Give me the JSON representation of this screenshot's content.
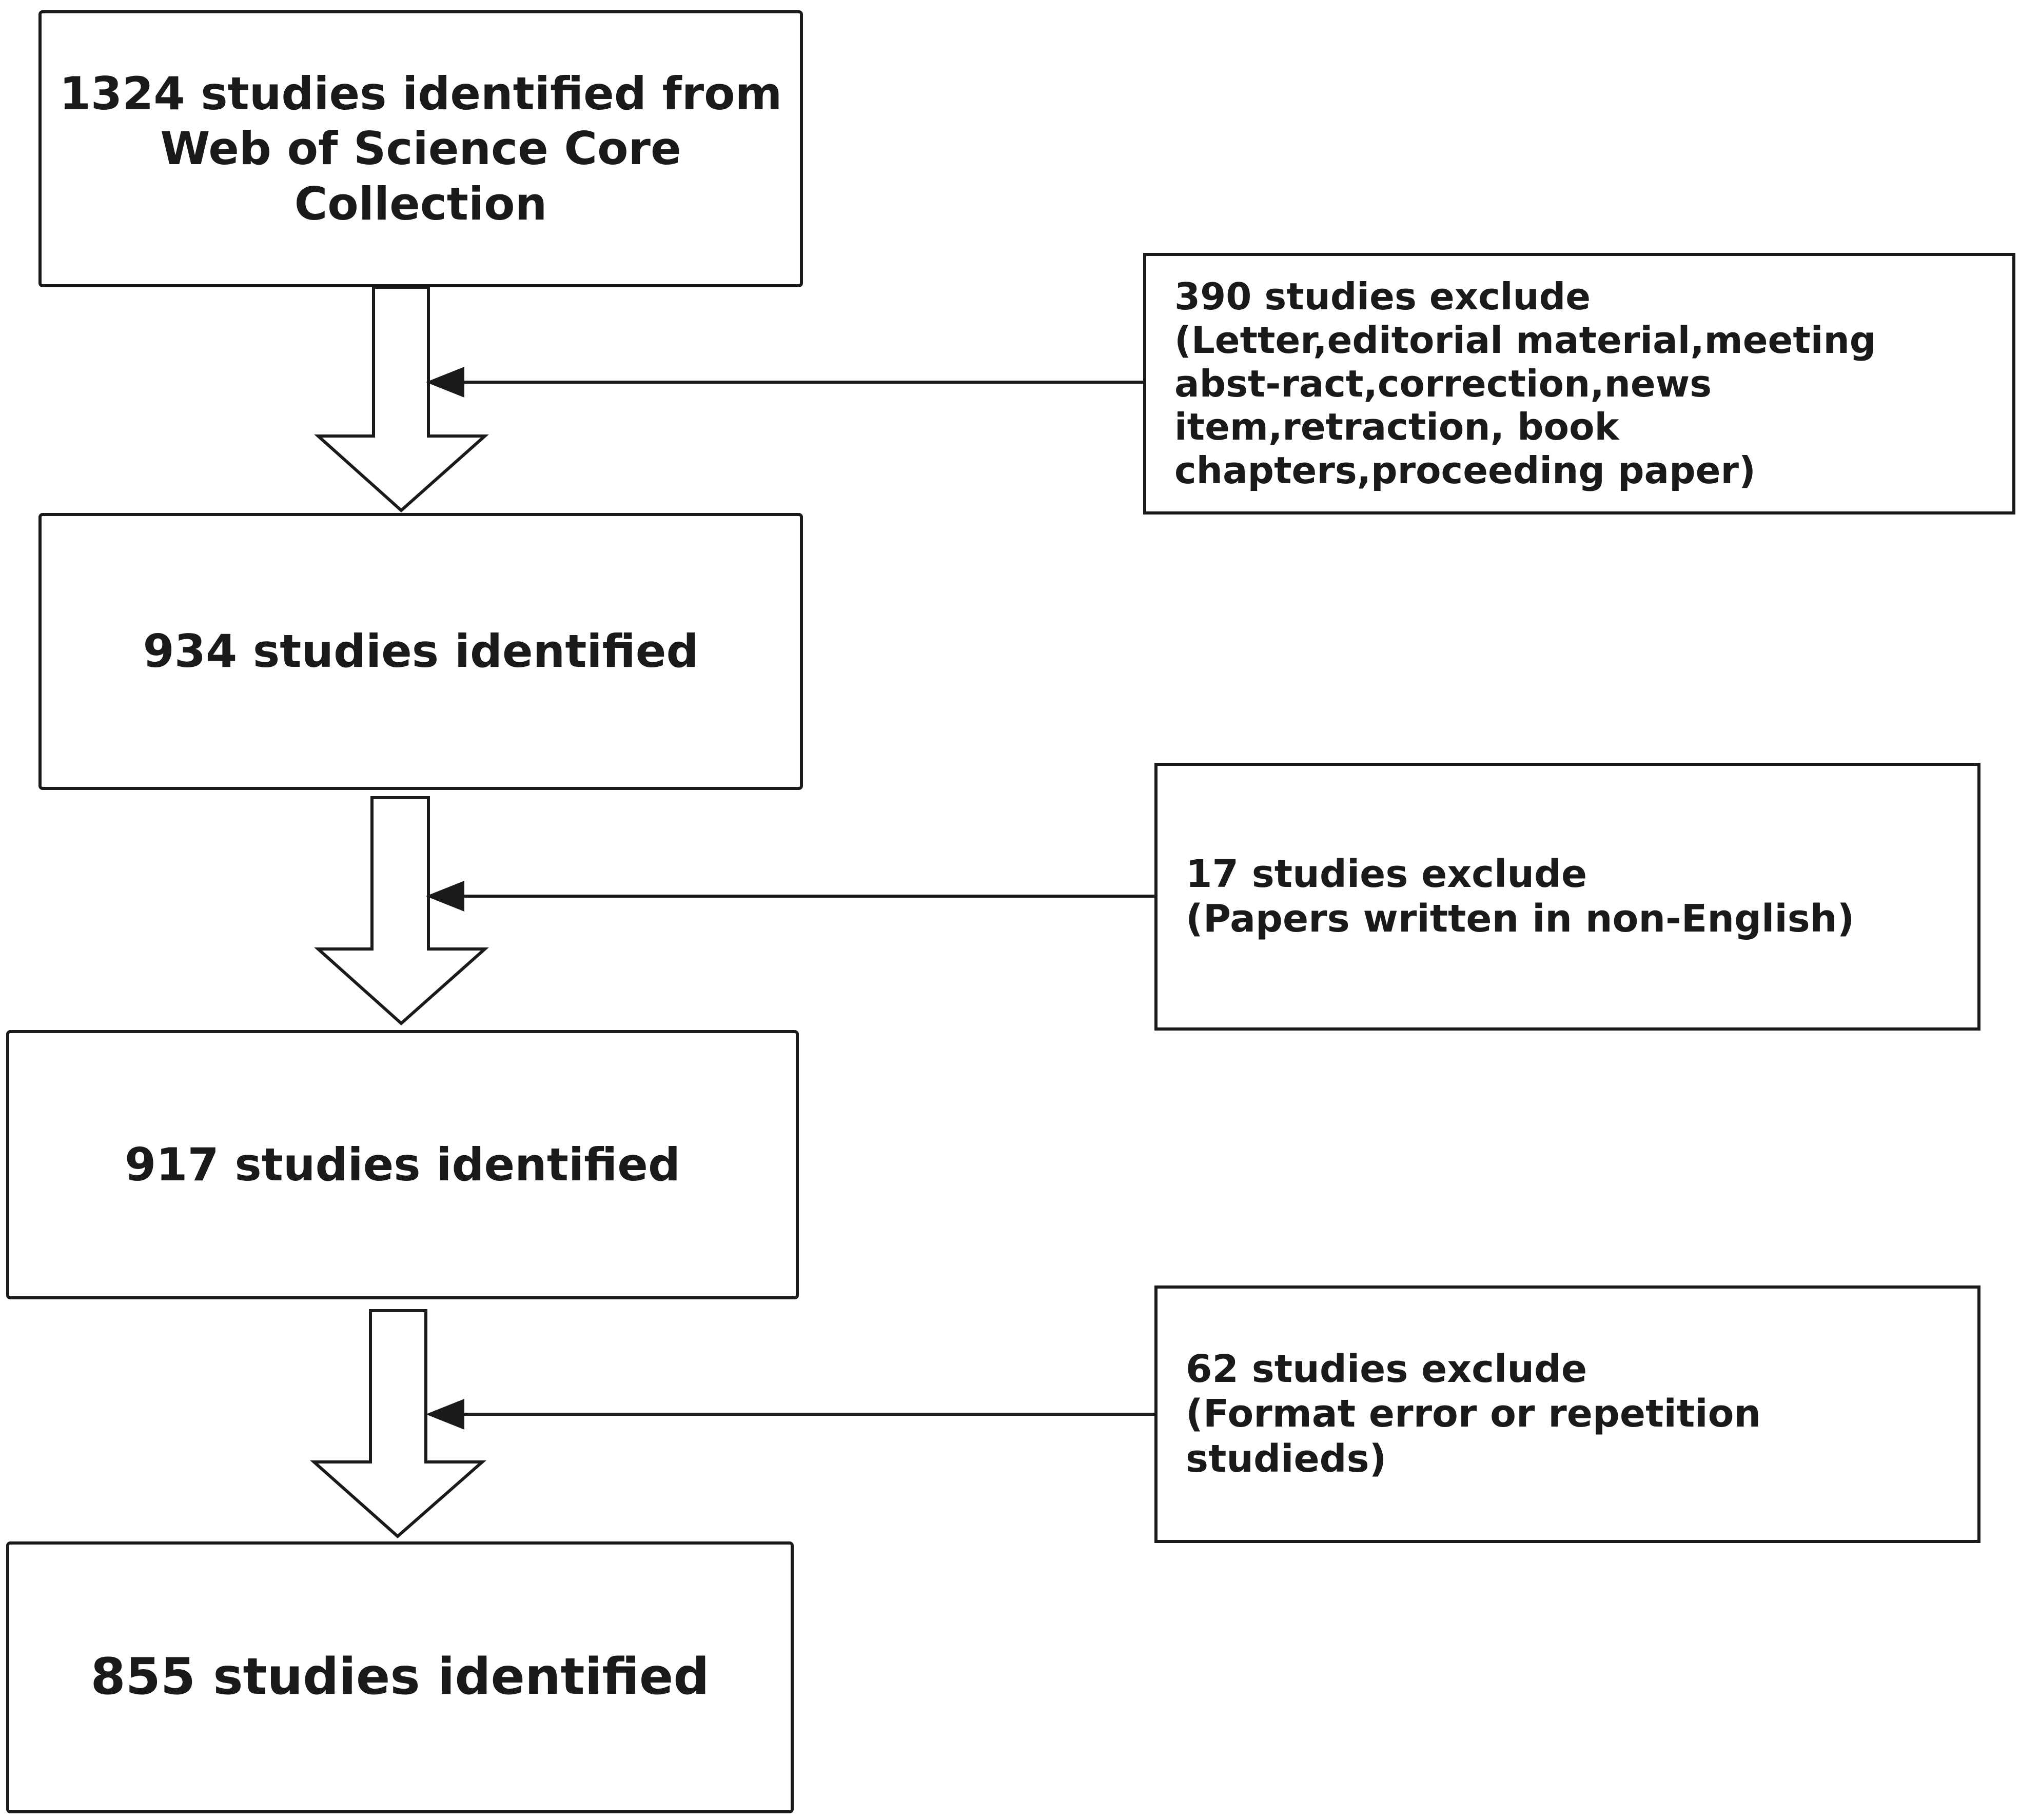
{
  "stages": [
    {
      "text": "1324 studies identified from Web of Science Core Collection"
    },
    {
      "text": "934 studies identified"
    },
    {
      "text": "917 studies identified"
    },
    {
      "text": "855 studies identified"
    }
  ],
  "exclusions": [
    {
      "count_text": "390 studies exclude",
      "reason_text": "(Letter,editorial material,meeting abst-ract,correction,news item,retraction, book chapters,proceeding paper)"
    },
    {
      "count_text": "17 studies exclude",
      "reason_text": "(Papers written in non-English)"
    },
    {
      "count_text": "62 studies exclude",
      "reason_text": "(Format error or repetition studieds)"
    }
  ],
  "colors": {
    "stroke": "#1a1a1a",
    "fill": "#ffffff",
    "text": "#1a1a1a"
  }
}
